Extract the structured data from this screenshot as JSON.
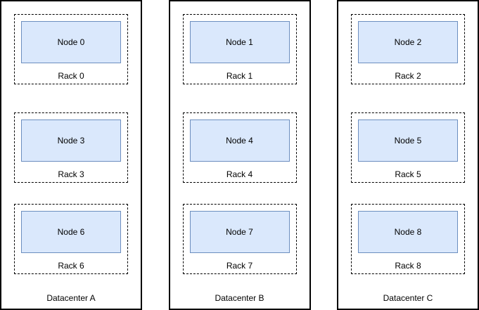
{
  "diagram": {
    "colors": {
      "background": "#ffffff",
      "node_fill": "#dae8fc",
      "node_border": "#6c8ebf",
      "rack_border": "#000000",
      "datacenter_border": "#000000",
      "text": "#000000"
    },
    "datacenters": [
      {
        "label": "Datacenter A",
        "racks": [
          {
            "rack_label": "Rack 0",
            "node_label": "Node 0"
          },
          {
            "rack_label": "Rack 3",
            "node_label": "Node 3"
          },
          {
            "rack_label": "Rack 6",
            "node_label": "Node 6"
          }
        ]
      },
      {
        "label": "Datacenter B",
        "racks": [
          {
            "rack_label": "Rack 1",
            "node_label": "Node 1"
          },
          {
            "rack_label": "Rack 4",
            "node_label": "Node 4"
          },
          {
            "rack_label": "Rack 7",
            "node_label": "Node 7"
          }
        ]
      },
      {
        "label": "Datacenter C",
        "racks": [
          {
            "rack_label": "Rack 2",
            "node_label": "Node 2"
          },
          {
            "rack_label": "Rack 5",
            "node_label": "Node 5"
          },
          {
            "rack_label": "Rack 8",
            "node_label": "Node 8"
          }
        ]
      }
    ]
  }
}
